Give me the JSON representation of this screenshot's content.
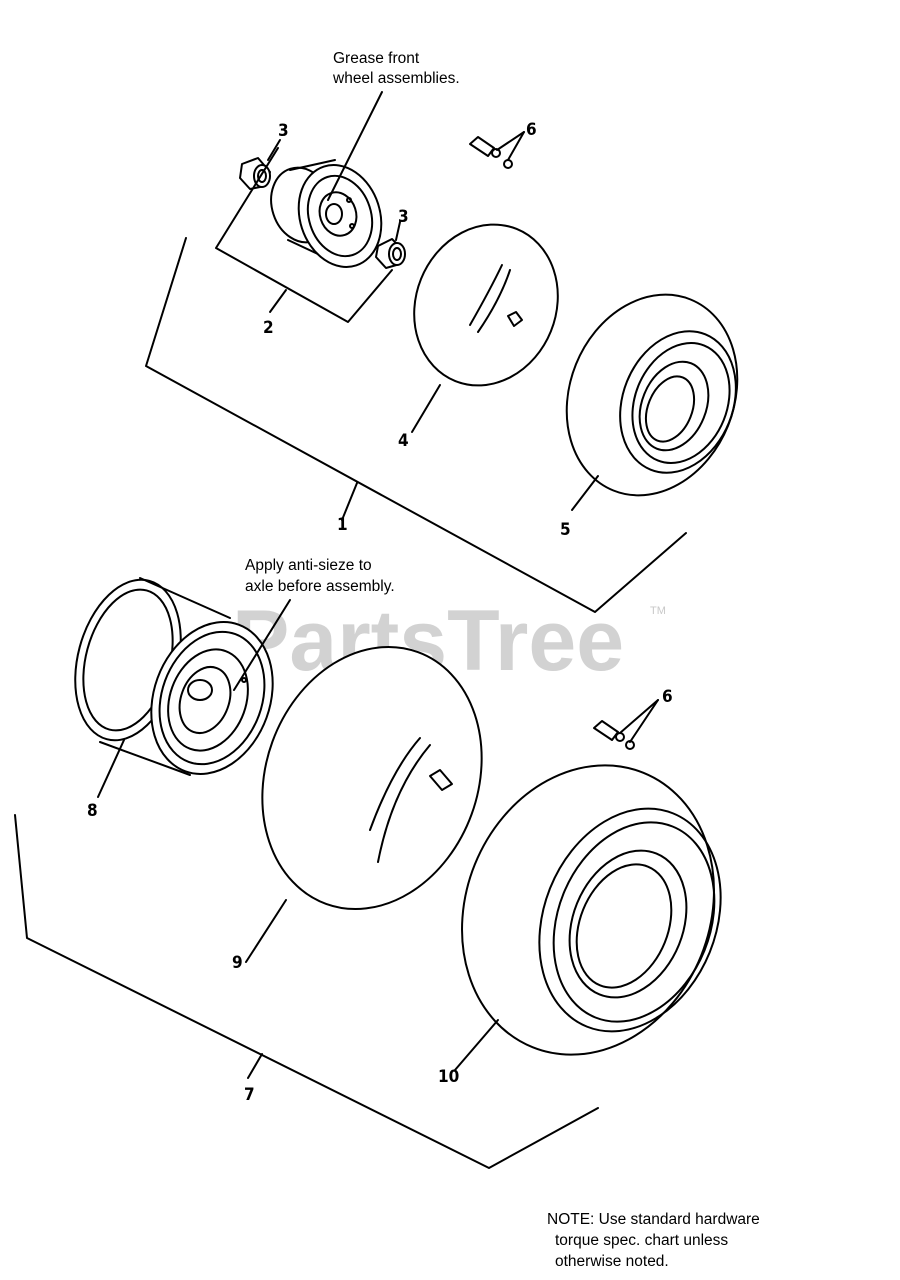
{
  "watermark": {
    "text": "PartsTree",
    "mark": "TM"
  },
  "annotations": {
    "grease": [
      "Grease front",
      "wheel assemblies."
    ],
    "antiseize": [
      "Apply anti-sieze to",
      "axle before assembly."
    ],
    "note": [
      "NOTE: Use standard hardware",
      "torque spec. chart unless",
      "otherwise noted."
    ]
  },
  "callouts": {
    "c1": "1",
    "c2": "2",
    "c3a": "3",
    "c3b": "3",
    "c4": "4",
    "c5": "5",
    "c6a": "6",
    "c6b": "6",
    "c7": "7",
    "c8": "8",
    "c9": "9",
    "c10": "10"
  }
}
